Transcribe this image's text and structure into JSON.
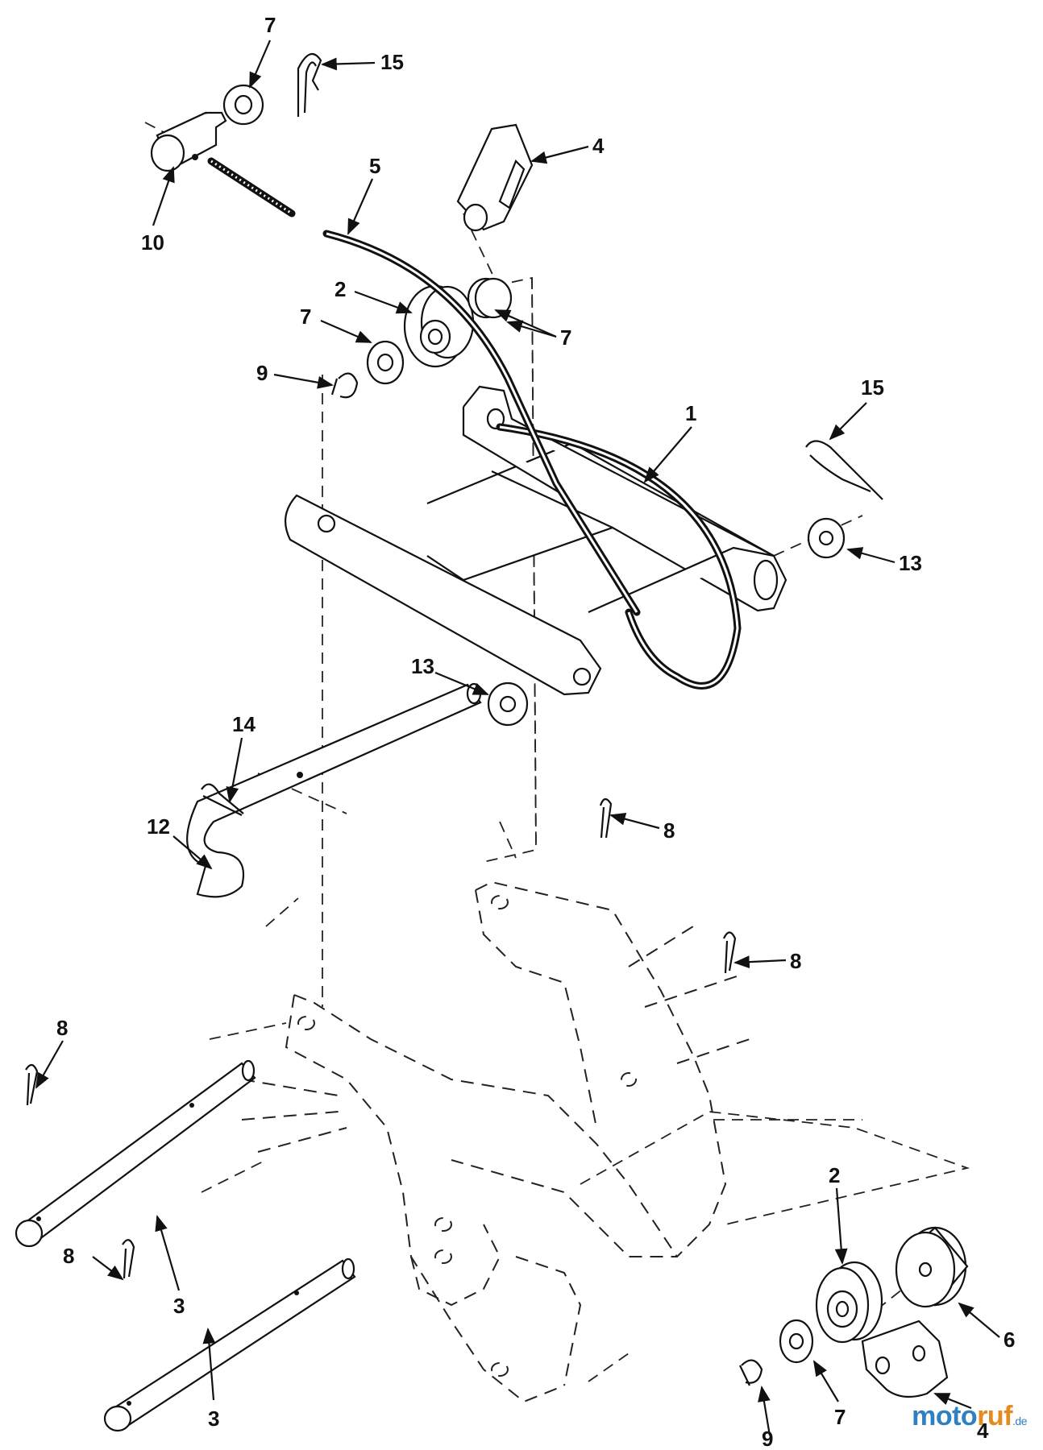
{
  "diagram": {
    "callouts": [
      {
        "id": "c7-top",
        "label": "7"
      },
      {
        "id": "c15-top",
        "label": "15"
      },
      {
        "id": "c4-top",
        "label": "4"
      },
      {
        "id": "c5",
        "label": "5"
      },
      {
        "id": "c10",
        "label": "10"
      },
      {
        "id": "c2-top",
        "label": "2"
      },
      {
        "id": "c7-mid",
        "label": "7"
      },
      {
        "id": "c7-right",
        "label": "7"
      },
      {
        "id": "c9-top",
        "label": "9"
      },
      {
        "id": "c15-right",
        "label": "15"
      },
      {
        "id": "c1",
        "label": "1"
      },
      {
        "id": "c13-right",
        "label": "13"
      },
      {
        "id": "c13-mid",
        "label": "13"
      },
      {
        "id": "c14",
        "label": "14"
      },
      {
        "id": "c12",
        "label": "12"
      },
      {
        "id": "c8-mid",
        "label": "8"
      },
      {
        "id": "c8-right",
        "label": "8"
      },
      {
        "id": "c8-left",
        "label": "8"
      },
      {
        "id": "c3-upper",
        "label": "3"
      },
      {
        "id": "c8-low",
        "label": "8"
      },
      {
        "id": "c3-lower",
        "label": "3"
      },
      {
        "id": "c2-bottom",
        "label": "2"
      },
      {
        "id": "c6",
        "label": "6"
      },
      {
        "id": "c7-bottom",
        "label": "7"
      },
      {
        "id": "c9-bottom",
        "label": "9"
      },
      {
        "id": "c4-bottom",
        "label": "4"
      }
    ]
  },
  "watermark": {
    "part1": "moto",
    "part2": "ruf",
    "part3": ".de"
  }
}
